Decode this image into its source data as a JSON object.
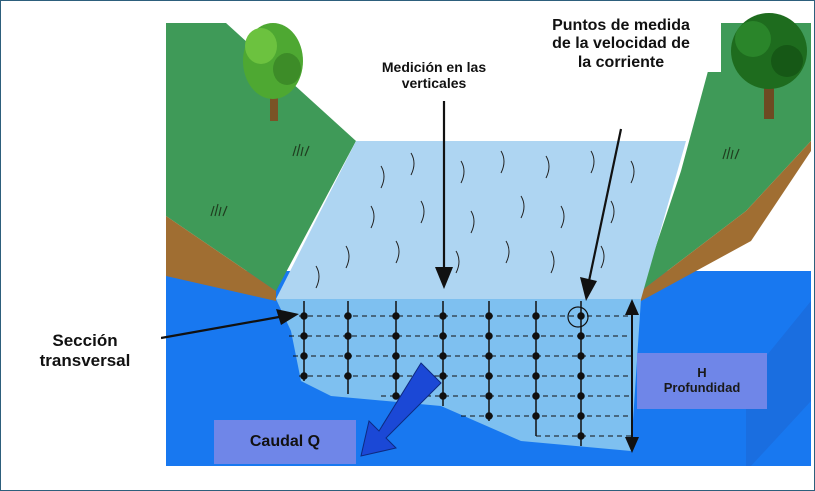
{
  "labels": {
    "medicion_line1": "Medición en las",
    "medicion_line2": "verticales",
    "puntos_line1": "Puntos de medida",
    "puntos_line2": "de la velocidad de",
    "puntos_line3": "la corriente",
    "seccion_line1": "Sección",
    "seccion_line2": "transversal",
    "h_line1": "H",
    "h_line2": "Profundidad",
    "caudal": "Caudal Q"
  },
  "colors": {
    "grass": "#3f9a58",
    "soil": "#a06e32",
    "water_surface": "#aed5f2",
    "water_body": "#1878f0",
    "label_box": "#6f86e8",
    "flow_arrow": "#1b48d6"
  }
}
